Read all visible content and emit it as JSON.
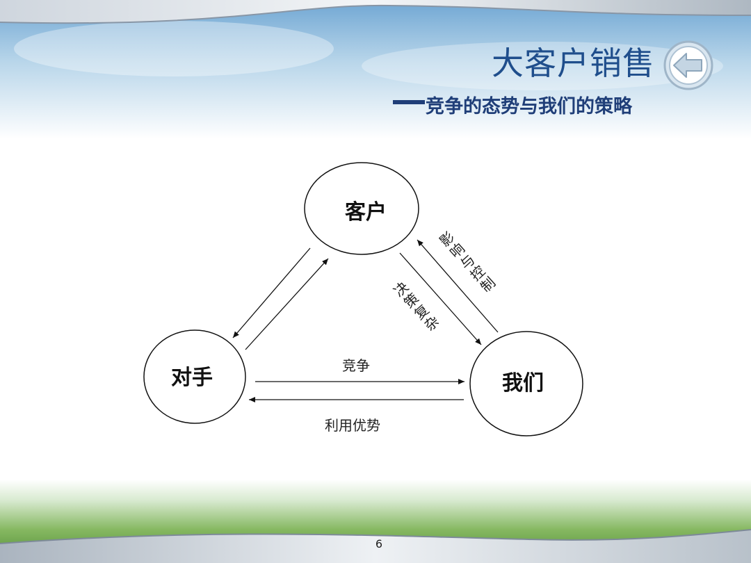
{
  "slide": {
    "title": "大客户销售",
    "subtitle": "竞争的态势与我们的策略",
    "page_number": "6"
  },
  "diagram": {
    "nodes": {
      "customer": "客户",
      "competitor": "对手",
      "us": "我们"
    },
    "edges": {
      "compete": "竞争",
      "leverage_advantage": "利用优势",
      "complex_decision": [
        "决",
        "策",
        "复",
        "杂"
      ],
      "influence_control": [
        "影",
        "响",
        "与",
        "控",
        "制"
      ]
    }
  },
  "colors": {
    "title": "#1f4e8c",
    "subtitle": "#1f3e78",
    "sky": "#9cc4e0",
    "grass": "#6fa84a"
  },
  "icons": {
    "back_button": "arrow-left-circle-icon"
  }
}
